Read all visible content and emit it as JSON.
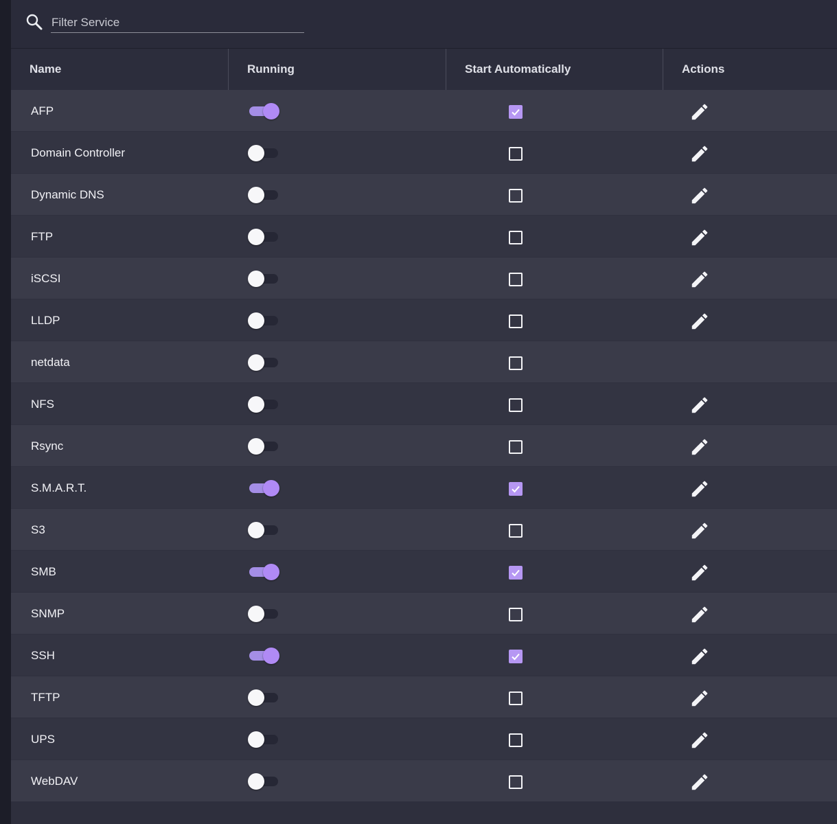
{
  "filter": {
    "placeholder": "Filter Service"
  },
  "columns": {
    "name": "Name",
    "running": "Running",
    "start_auto": "Start Automatically",
    "actions": "Actions"
  },
  "services": [
    {
      "name": "AFP",
      "running": true,
      "auto": true,
      "editable": true
    },
    {
      "name": "Domain Controller",
      "running": false,
      "auto": false,
      "editable": true
    },
    {
      "name": "Dynamic DNS",
      "running": false,
      "auto": false,
      "editable": true
    },
    {
      "name": "FTP",
      "running": false,
      "auto": false,
      "editable": true
    },
    {
      "name": "iSCSI",
      "running": false,
      "auto": false,
      "editable": true
    },
    {
      "name": "LLDP",
      "running": false,
      "auto": false,
      "editable": true
    },
    {
      "name": "netdata",
      "running": false,
      "auto": false,
      "editable": false
    },
    {
      "name": "NFS",
      "running": false,
      "auto": false,
      "editable": true
    },
    {
      "name": "Rsync",
      "running": false,
      "auto": false,
      "editable": true
    },
    {
      "name": "S.M.A.R.T.",
      "running": true,
      "auto": true,
      "editable": true
    },
    {
      "name": "S3",
      "running": false,
      "auto": false,
      "editable": true
    },
    {
      "name": "SMB",
      "running": true,
      "auto": true,
      "editable": true
    },
    {
      "name": "SNMP",
      "running": false,
      "auto": false,
      "editable": true
    },
    {
      "name": "SSH",
      "running": true,
      "auto": true,
      "editable": true
    },
    {
      "name": "TFTP",
      "running": false,
      "auto": false,
      "editable": true
    },
    {
      "name": "UPS",
      "running": false,
      "auto": false,
      "editable": true
    },
    {
      "name": "WebDAV",
      "running": false,
      "auto": false,
      "editable": true
    }
  ],
  "colors": {
    "accent": "#b08af5",
    "checkbox_checked": "#b697f3",
    "background": "#2d2e3d"
  },
  "icons": {
    "search": "search-icon",
    "edit": "pencil-icon"
  }
}
